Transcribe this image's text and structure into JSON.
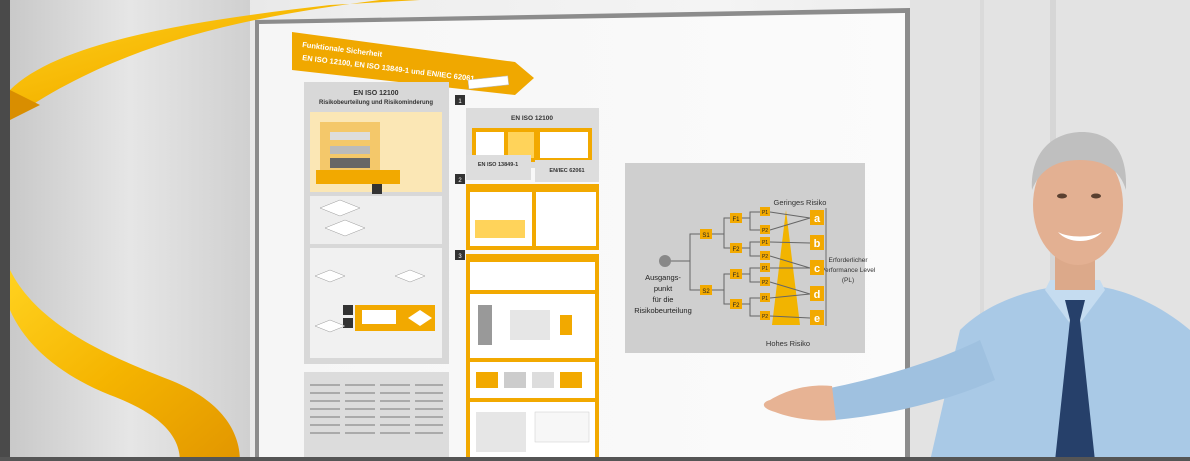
{
  "poster": {
    "banner_line1": "Funktionale Sicherheit",
    "banner_line2": "EN ISO 12100, EN ISO 13849-1 und EN/IEC 62061",
    "panel_left_title1": "EN ISO 12100",
    "panel_left_title2": "Risikobeurteilung und Risikominderung",
    "panel_mid_title": "EN ISO 12100",
    "panel_mid_sub1": "EN ISO 13849-1",
    "panel_mid_sub2": "EN/IEC 62061",
    "step_labels": [
      "1",
      "2",
      "3"
    ]
  },
  "risk_graph": {
    "top_label": "Geringes Risiko",
    "bottom_label": "Hohes Risiko",
    "start_label": [
      "Ausgangs-",
      "punkt",
      "für die",
      "Risikobeurteilung"
    ],
    "right_label": [
      "Erforderlicher",
      "Performance Level",
      "(PL)"
    ],
    "levels": [
      "a",
      "b",
      "c",
      "d",
      "e"
    ],
    "s_labels": [
      "S1",
      "S2"
    ],
    "f_labels": [
      "F1",
      "F2",
      "F1",
      "F2"
    ],
    "p_labels": [
      "P1",
      "P2",
      "P1",
      "P2",
      "P1",
      "P2",
      "P1",
      "P2"
    ]
  },
  "colors": {
    "accent": "#f2b400",
    "accent_dark": "#e39b00",
    "panel_gray": "#cfcfcf",
    "shirt": "#a9c9e6",
    "tie": "#26406a"
  }
}
